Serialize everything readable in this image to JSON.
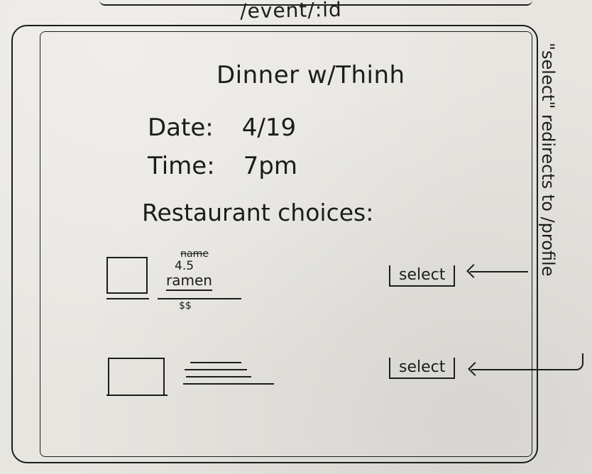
{
  "route": "/event/:id",
  "event": {
    "title": "Dinner w/Thinh",
    "date_label": "Date:",
    "date_value": "4/19",
    "time_label": "Time:",
    "time_value": "7pm"
  },
  "restaurants": {
    "heading": "Restaurant choices:",
    "items": [
      {
        "name": "name",
        "rating": "4.5",
        "type": "ramen",
        "price": "$$",
        "select_label": "select"
      },
      {
        "select_label": "select"
      }
    ]
  },
  "annotation": "\"select\" redirects to /profile",
  "icons": {
    "placeholder_image": "image-placeholder-icon",
    "arrow": "arrow-left-icon"
  }
}
